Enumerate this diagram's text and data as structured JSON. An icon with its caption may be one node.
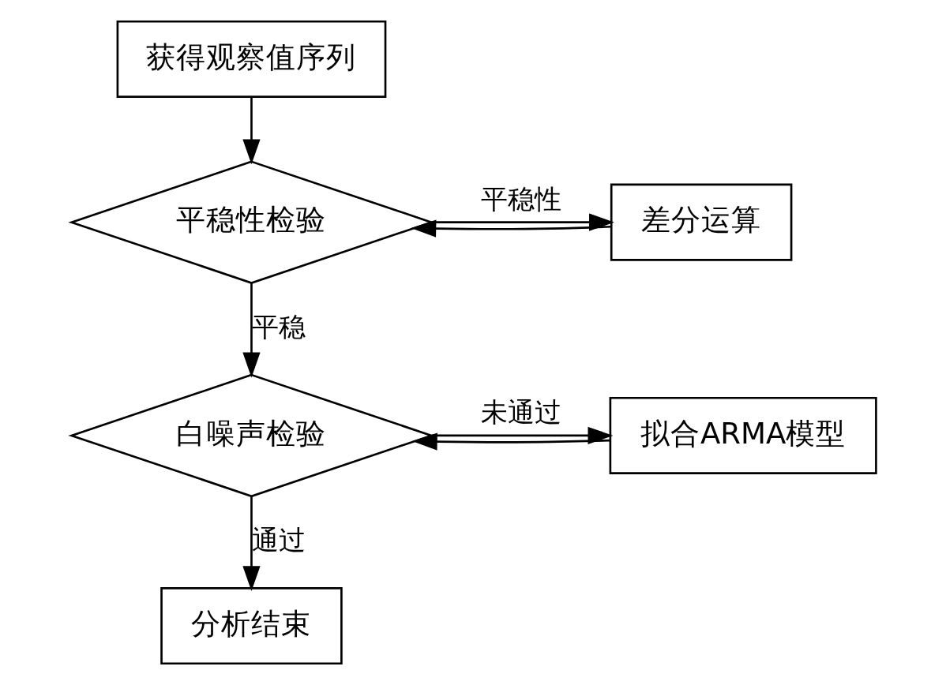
{
  "diagram": {
    "nodes": [
      {
        "text": [
          "获得观察值序列"
        ]
      },
      {
        "text": [
          "平稳性检验"
        ]
      },
      {
        "text": [
          "差分运算"
        ]
      },
      {
        "text": [
          "白噪声检验"
        ]
      },
      {
        "text": [
          "拟合ARMA模型"
        ]
      },
      {
        "text": [
          "分析结束"
        ]
      }
    ],
    "edges": [
      {
        "from": 0,
        "to": 1,
        "arrow": "to"
      },
      {
        "from": 1,
        "to": 2,
        "arrow": "to",
        "label": "平稳性"
      },
      {
        "from": 2,
        "to": 1,
        "arrow": "to"
      },
      {
        "from": 1,
        "to": 3,
        "arrow": "to",
        "label": "平稳"
      },
      {
        "from": 4,
        "to": 3,
        "arrow": "to"
      },
      {
        "from": 3,
        "to": 4,
        "arrow": "to",
        "label": "未通过"
      },
      {
        "from": 3,
        "to": 5,
        "arrow": "to",
        "label": "通过"
      }
    ]
  }
}
